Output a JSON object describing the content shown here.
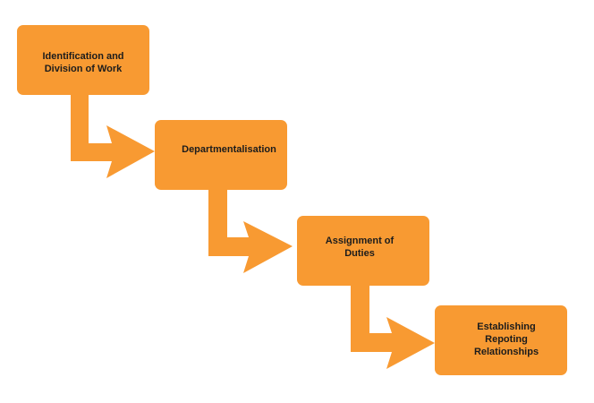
{
  "diagram": {
    "type": "process-flow",
    "colors": {
      "box": "#F89A32",
      "arrow": "#F89A32",
      "text": "#1c1c1c",
      "background": "#FFFFFF"
    },
    "steps": [
      {
        "lines": [
          "Identification and",
          "Division of Work"
        ]
      },
      {
        "lines": [
          "Departmentalisation"
        ]
      },
      {
        "lines": [
          "Assignment of",
          "Duties"
        ]
      },
      {
        "lines": [
          "Establishing",
          "Repoting",
          "Relationships"
        ]
      }
    ],
    "connectors": [
      {
        "from": 0,
        "to": 1
      },
      {
        "from": 1,
        "to": 2
      },
      {
        "from": 2,
        "to": 3
      }
    ]
  }
}
